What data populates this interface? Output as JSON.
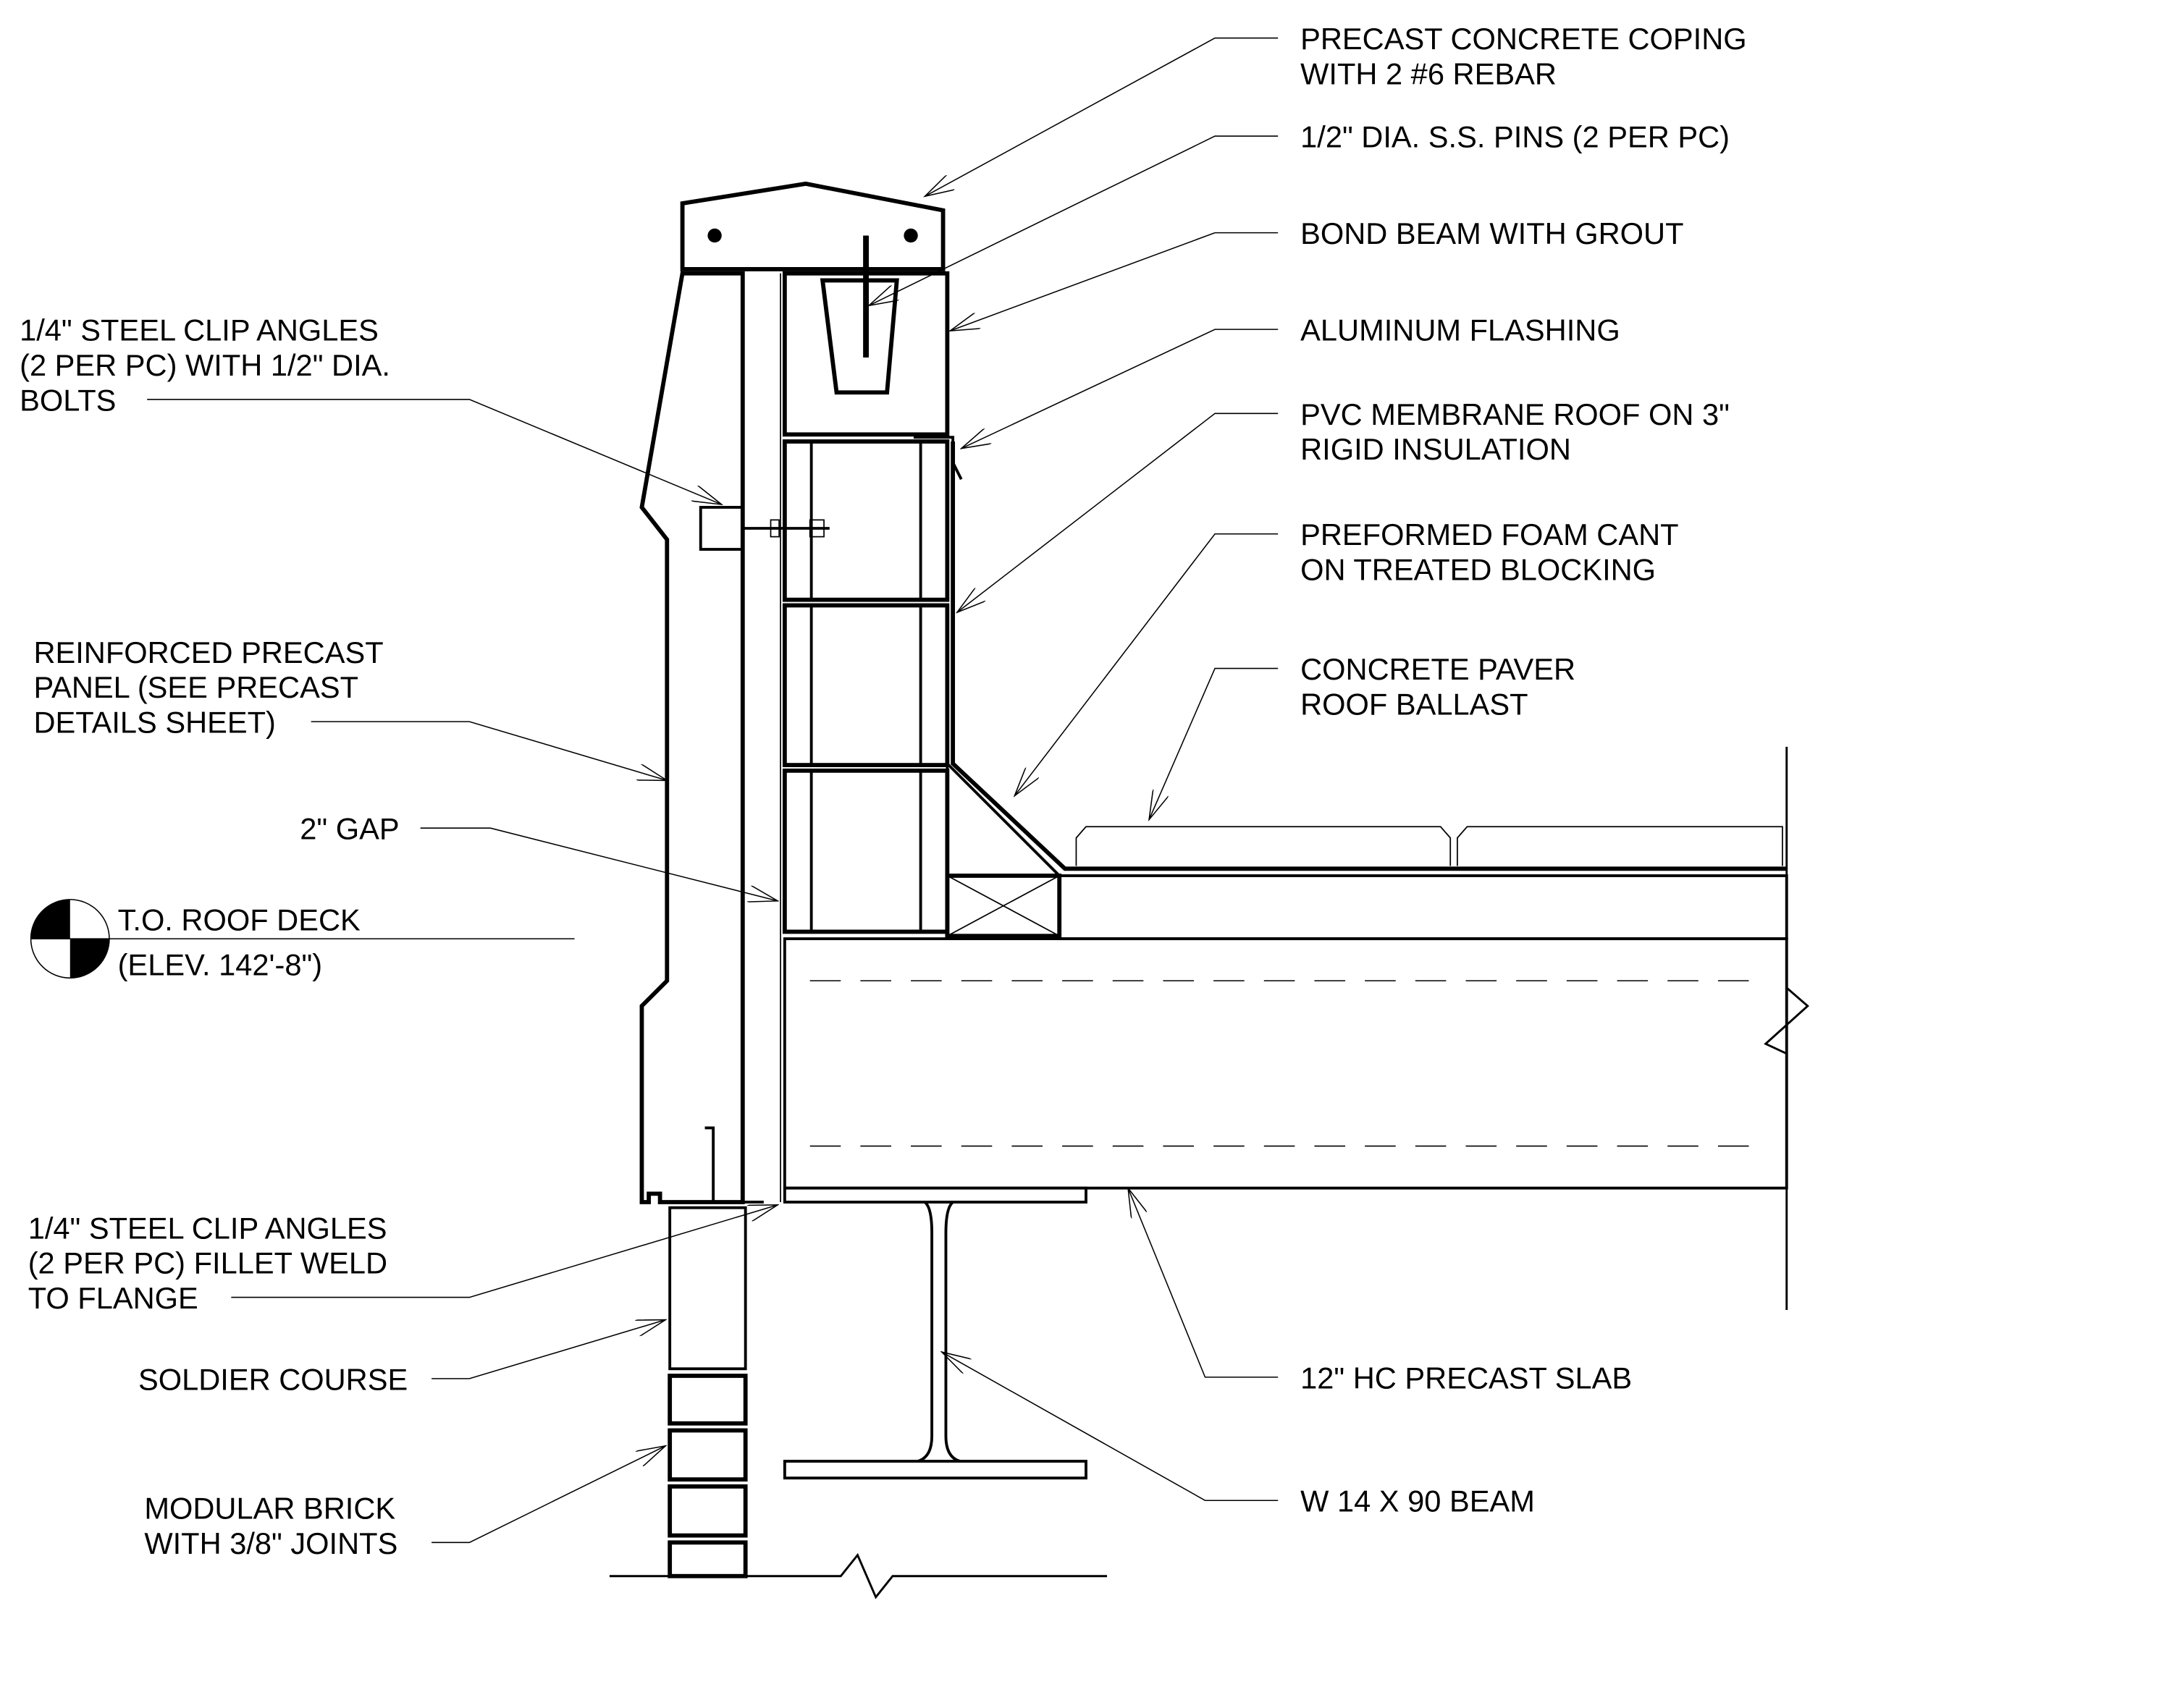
{
  "drawing": {
    "right_labels": {
      "coping": [
        "PRECAST CONCRETE COPING",
        "WITH 2 #6 REBAR"
      ],
      "pins": [
        "1/2\" DIA. S.S. PINS (2 PER PC)"
      ],
      "bond_beam": [
        "BOND BEAM WITH GROUT"
      ],
      "flashing": [
        "ALUMINUM FLASHING"
      ],
      "membrane": [
        "PVC MEMBRANE ROOF ON 3\"",
        "RIGID INSULATION"
      ],
      "foam_cant": [
        "PREFORMED FOAM CANT",
        "ON TREATED BLOCKING"
      ],
      "paver": [
        "CONCRETE PAVER",
        "ROOF BALLAST"
      ],
      "slab": [
        "12\" HC PRECAST SLAB"
      ],
      "beam": [
        "W 14 X 90 BEAM"
      ]
    },
    "left_labels": {
      "clip_top": [
        "1/4\" STEEL CLIP ANGLES",
        "(2 PER PC) WITH 1/2\" DIA.",
        "BOLTS"
      ],
      "panel": [
        "REINFORCED PRECAST",
        "PANEL (SEE PRECAST",
        "DETAILS SHEET)"
      ],
      "gap": [
        "2\" GAP"
      ],
      "roof_deck": [
        "T.O. ROOF DECK",
        "(ELEV. 142'-8\")"
      ],
      "clip_bottom": [
        "1/4\" STEEL CLIP ANGLES",
        "(2 PER PC) FILLET WELD",
        "TO FLANGE"
      ],
      "soldier": [
        "SOLDIER COURSE"
      ],
      "brick": [
        "MODULAR BRICK",
        "WITH 3/8\" JOINTS"
      ]
    }
  }
}
